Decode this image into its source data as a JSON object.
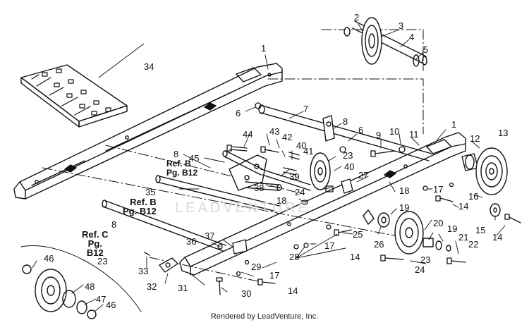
{
  "footer": "Rendered by LeadVenture, Inc.",
  "watermark": "LEADVENTURE",
  "refs": {
    "b_upper": [
      "Ref. B",
      "Pg. B12"
    ],
    "b_lower": [
      "Ref. B",
      "Pg. B12"
    ],
    "c": [
      "Ref. C",
      "Pg.",
      "B12"
    ]
  },
  "callouts": {
    "c1": "1",
    "c1b": "1",
    "c2": "2",
    "c3": "3",
    "c4": "4",
    "c5": "5",
    "c6": "6",
    "c6b": "6",
    "c7": "7",
    "c8": "8",
    "c8b": "8",
    "c8c": "8",
    "c9": "9",
    "c10": "10",
    "c11": "11",
    "c12": "12",
    "c13": "13",
    "c14a": "14",
    "c14b": "14",
    "c14c": "14",
    "c14d": "14",
    "c15": "15",
    "c16": "16",
    "c17a": "17",
    "c17b": "17",
    "c17c": "17",
    "c18a": "18",
    "c18b": "18",
    "c19a": "19",
    "c19b": "19",
    "c20": "20",
    "c21": "21",
    "c22": "22",
    "c23a": "23",
    "c23b": "23",
    "c23c": "23",
    "c24a": "24",
    "c24b": "24",
    "c25": "25",
    "c26": "26",
    "c27": "27",
    "c28": "28",
    "c29": "29",
    "c30": "30",
    "c31": "31",
    "c32": "32",
    "c33": "33",
    "c34": "34",
    "c35": "35",
    "c36": "36",
    "c37": "37",
    "c38": "38",
    "c39": "39",
    "c40a": "40",
    "c40b": "40",
    "c41": "41",
    "c42": "42",
    "c43": "43",
    "c44": "44",
    "c45": "45",
    "c46a": "46",
    "c46b": "46",
    "c47": "47",
    "c48": "48"
  }
}
